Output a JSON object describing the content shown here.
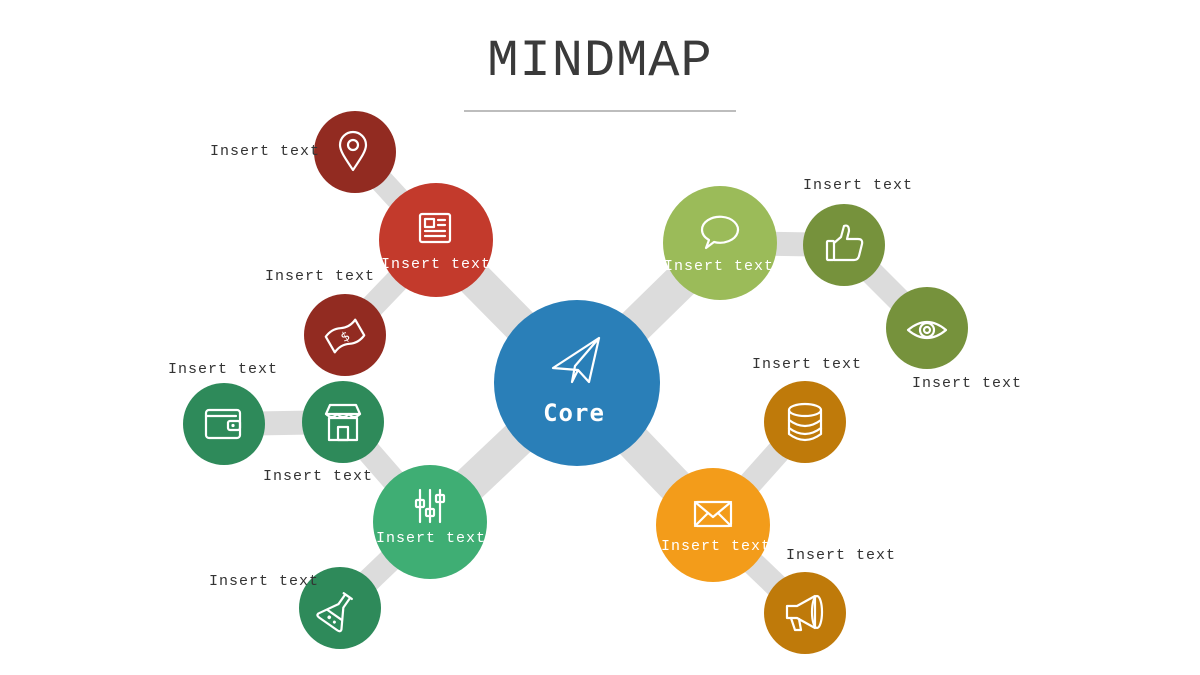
{
  "title": "MINDMAP",
  "core": {
    "label": "Core",
    "icon": "paper-plane-icon",
    "color": "#2a7fb8"
  },
  "branches": [
    {
      "id": "red",
      "label": "Insert text",
      "icon": "newspaper-icon",
      "color": "#c33a2c",
      "leaves": [
        {
          "label": "Insert text",
          "icon": "location-pin-icon",
          "color": "#922b21"
        },
        {
          "label": "Insert text",
          "icon": "money-icon",
          "color": "#922b21"
        }
      ]
    },
    {
      "id": "lime",
      "label": "Insert text",
      "icon": "speech-bubble-icon",
      "color": "#9bbb59",
      "leaves": [
        {
          "label": "Insert text",
          "icon": "thumbs-up-icon",
          "color": "#76923c"
        },
        {
          "label": "Insert text",
          "icon": "eye-icon",
          "color": "#76923c"
        }
      ]
    },
    {
      "id": "green",
      "label": "Insert text",
      "icon": "sliders-icon",
      "color": "#3fae74",
      "leaves": [
        {
          "label": "Insert text",
          "icon": "store-icon",
          "color": "#2e8a5a"
        },
        {
          "label": "Insert text",
          "icon": "wallet-icon",
          "color": "#2e8a5a"
        },
        {
          "label": "Insert text",
          "icon": "flask-icon",
          "color": "#2e8a5a"
        }
      ]
    },
    {
      "id": "orange",
      "label": "Insert text",
      "icon": "envelope-icon",
      "color": "#f39c1a",
      "leaves": [
        {
          "label": "Insert text",
          "icon": "database-icon",
          "color": "#bf7a0a"
        },
        {
          "label": "Insert text",
          "icon": "megaphone-icon",
          "color": "#bf7a0a"
        }
      ]
    }
  ],
  "connector_color": "#dcdcdc"
}
